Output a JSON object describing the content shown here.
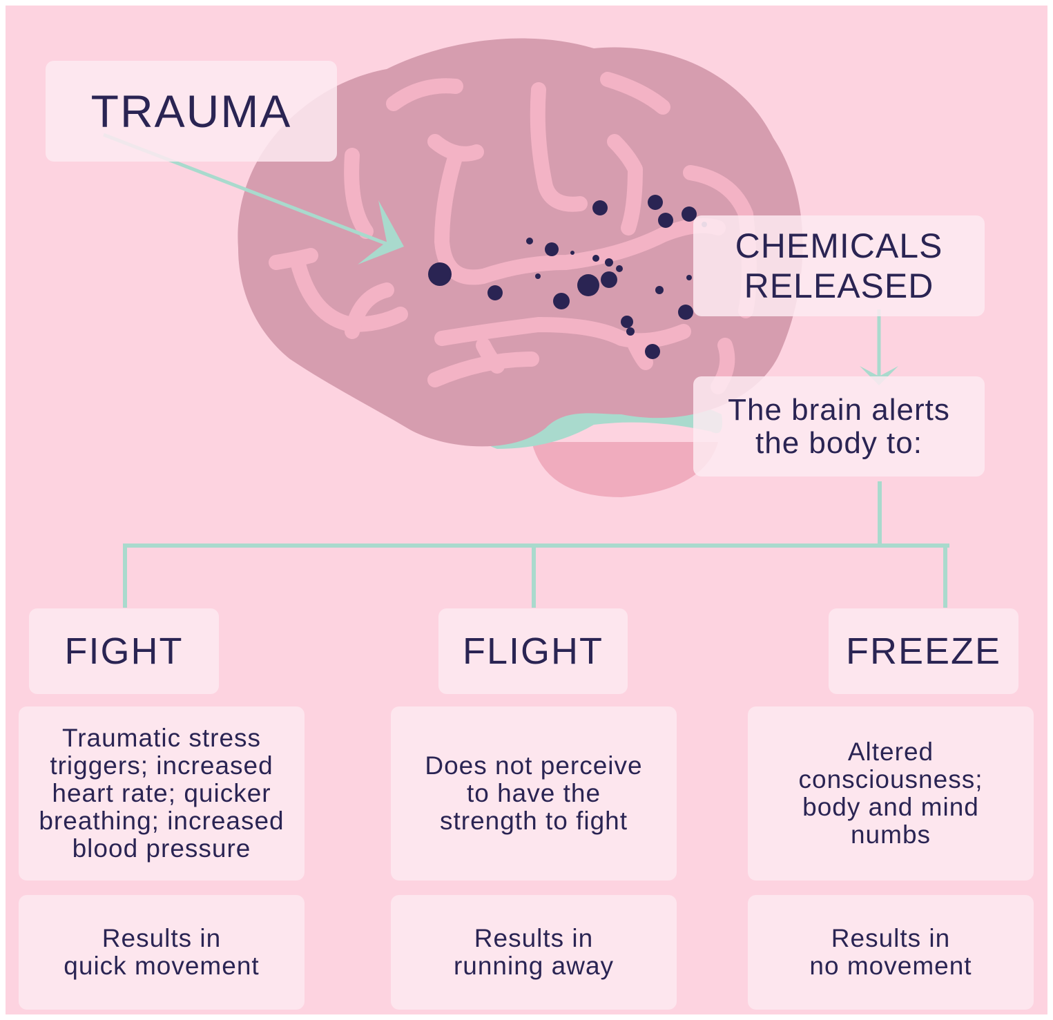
{
  "trauma": {
    "label": "TRAUMA"
  },
  "chemicals": {
    "label": "CHEMICALS\nRELEASED"
  },
  "alert": {
    "label": "The brain alerts\nthe body to:"
  },
  "responses": [
    {
      "title": "FIGHT",
      "description": "Traumatic stress\ntriggers; increased\nheart rate; quicker\nbreathing; increased\nblood pressure",
      "result": "Results in\nquick movement"
    },
    {
      "title": "FLIGHT",
      "description": "Does not perceive\nto have the\nstrength to fight",
      "result": "Results in\nrunning away"
    },
    {
      "title": "FREEZE",
      "description": "Altered\nconsciousness;\nbody and mind\nnumbs",
      "result": "Results in\nno movement"
    }
  ],
  "colors": {
    "background": "#fdd3e0",
    "box": "#fde6ee",
    "brain": "#d69daf",
    "brain_folds": "#f3b3c5",
    "connector": "#a9dacd",
    "text": "#2a2453",
    "chemical_dots": "#2a2453"
  }
}
